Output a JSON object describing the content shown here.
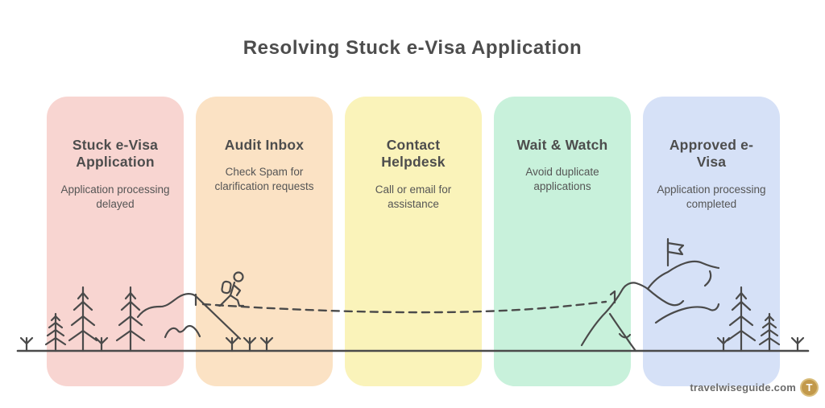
{
  "theme": {
    "bg": "#ffffff",
    "ink": "#4d4d4d",
    "ink-soft": "#555555",
    "stroke": "#4a4a4a",
    "logo-gold": "#c2994b"
  },
  "header": {
    "title": "Resolving Stuck e-Visa Application"
  },
  "columns": [
    {
      "id": "stuck-e-visa-application",
      "color": "#f8d5d1",
      "title": "Stuck e-Visa Application",
      "subtitle": "Application processing delayed"
    },
    {
      "id": "audit-inbox",
      "color": "#fbe2c4",
      "title": "Audit Inbox",
      "subtitle": "Check Spam for clarification requests"
    },
    {
      "id": "contact-helpdesk",
      "color": "#faf3ba",
      "title": "Contact Helpdesk",
      "subtitle": "Call or email for assistance"
    },
    {
      "id": "wait-and-watch",
      "color": "#c8f1db",
      "title": "Wait & Watch",
      "subtitle": "Avoid duplicate applications"
    },
    {
      "id": "approved-e-visa",
      "color": "#d6e1f7",
      "title": "Approved e-Visa",
      "subtitle": "Application processing completed"
    }
  ],
  "illustration": {
    "elements": [
      "pine-trees",
      "shrubs",
      "mountain-with-hiker",
      "dashed-trail",
      "summit-flag-mountain"
    ]
  },
  "footer": {
    "site": "travelwiseguide.com",
    "logo_letter": "T"
  }
}
